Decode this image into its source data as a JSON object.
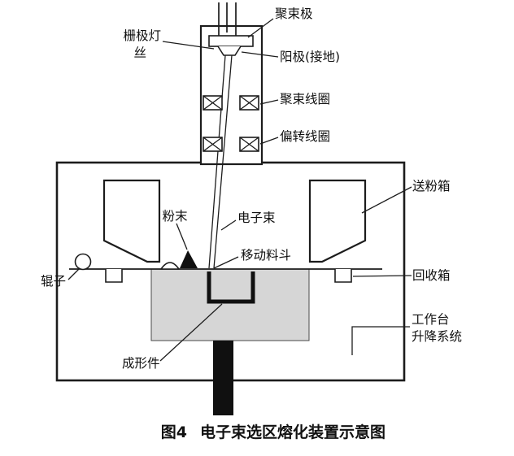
{
  "figure_caption": {
    "number": "图4",
    "title": "电子束选区熔化装置示意图"
  },
  "labels": {
    "focusing_electrode": "聚束极",
    "grid_filament_l1": "栅极灯",
    "grid_filament_l2": "丝",
    "anode": "阳极(接地)",
    "focusing_coil": "聚束线圈",
    "deflection_coil": "偏转线圈",
    "powder_feed_box": "送粉箱",
    "powder": "粉末",
    "electron_beam": "电子束",
    "moving_hopper": "移动料斗",
    "roller": "辊子",
    "recovery_box": "回收箱",
    "worktable_l1": "工作台",
    "worktable_l2": "升降系统",
    "formed_part": "成形件"
  },
  "colors": {
    "line": "#1c1c1c",
    "table_fill": "#d6d6d6",
    "solid_fill": "#101010",
    "background": "#ffffff"
  }
}
